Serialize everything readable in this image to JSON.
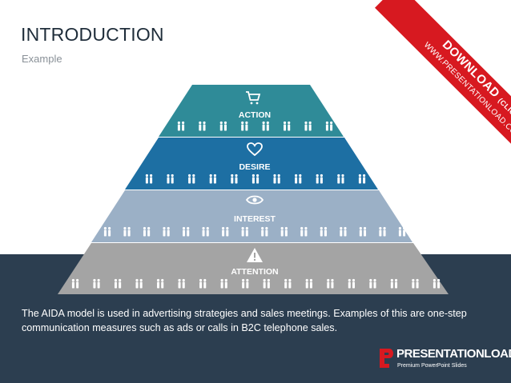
{
  "slide": {
    "title": "INTRODUCTION",
    "subtitle": "Example",
    "description": "The AIDA model is used in advertising strategies and sales meetings. Examples of this are one-step communication measures such as ads or calls in B2C telephone sales."
  },
  "pyramid": {
    "tiers": [
      {
        "label": "ACTION",
        "icon": "cart-icon",
        "color": "#2f8b98",
        "figure_groups": 8
      },
      {
        "label": "DESIRE",
        "icon": "heart-icon",
        "color": "#1d6fa3",
        "figure_groups": 11
      },
      {
        "label": "INTEREST",
        "icon": "eye-icon",
        "color": "#9bb0c6",
        "figure_groups": 16
      },
      {
        "label": "ATTENTION",
        "icon": "warning-icon",
        "color": "#a4a4a4",
        "figure_groups": 18
      }
    ]
  },
  "ribbon": {
    "line1": "DOWNLOAD",
    "line1_suffix": "(CLICK)",
    "line2": "WWW.PRESENTATIONLOAD.COM",
    "color": "#d71920"
  },
  "brand": {
    "name": "PRESENTATIONLOAD",
    "registered": "®",
    "tagline": "Premium PowerPoint Slides",
    "logo_color": "#d71920"
  },
  "colors": {
    "band": "#2c3e50",
    "title": "#1f2d3a",
    "subtitle": "#8a9198"
  }
}
